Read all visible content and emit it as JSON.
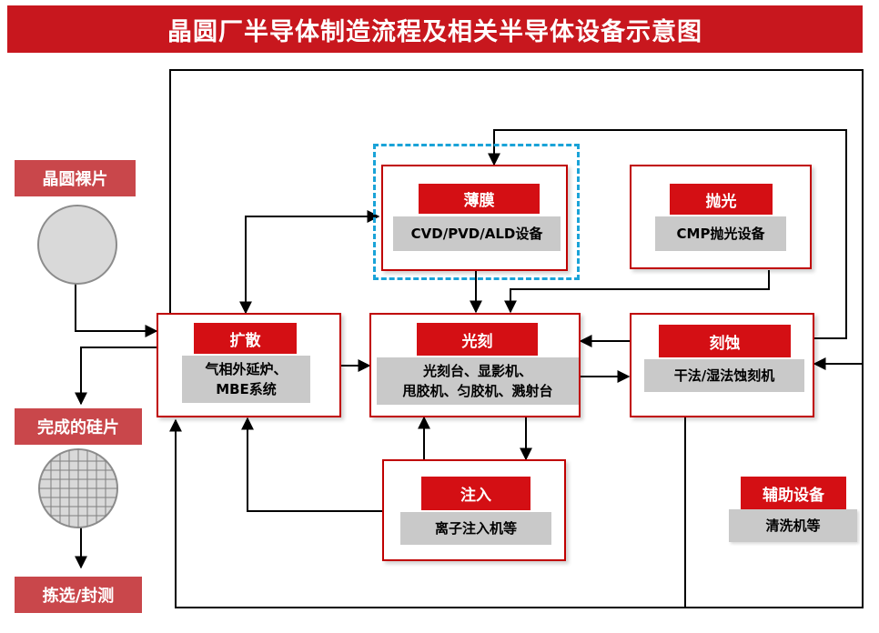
{
  "title": "晶圆厂半导体制造流程及相关半导体设备示意图",
  "side": {
    "wafer_blank": "晶圆裸片",
    "finished_wafer": "完成的硅片",
    "sort_package": "拣选/封测"
  },
  "processes": {
    "thin_film": {
      "label": "薄膜",
      "equipment": "CVD/PVD/ALD设备"
    },
    "polish": {
      "label": "抛光",
      "equipment": "CMP抛光设备"
    },
    "diffusion": {
      "label": "扩散",
      "equipment": "气相外延炉、\nMBE系统"
    },
    "lithography": {
      "label": "光刻",
      "equipment": "光刻台、显影机、\n甩胶机、匀胶机、溅射台"
    },
    "etch": {
      "label": "刻蚀",
      "equipment": "干法/湿法蚀刻机"
    },
    "implant": {
      "label": "注入",
      "equipment": "离子注入机等"
    },
    "auxiliary": {
      "label": "辅助设备",
      "equipment": "清洗机等"
    }
  },
  "colors": {
    "title_bg": "#c8171e",
    "header_red": "#d40f14",
    "border_red": "#c00000",
    "side_label": "#c9474b",
    "equipment_gray": "#c9c9c9",
    "highlight_dash": "#1aa3d8"
  }
}
